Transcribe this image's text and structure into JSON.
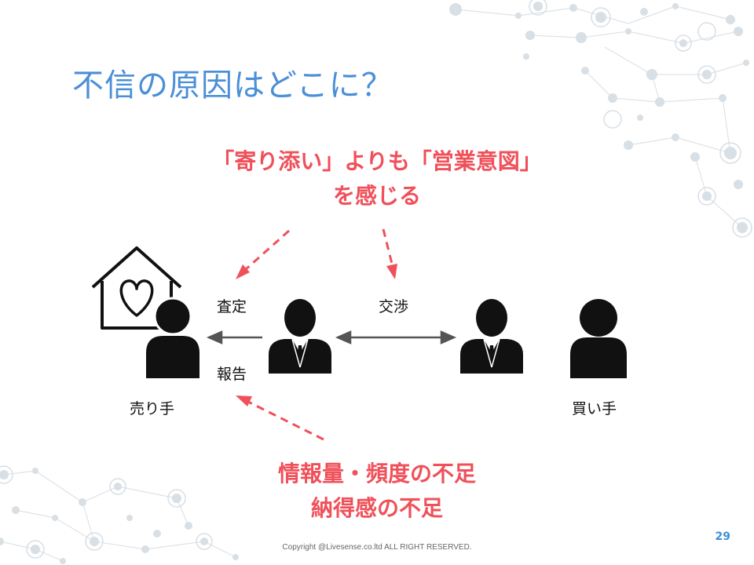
{
  "slide": {
    "title": "不信の原因はどこに？",
    "callout_top_line1": "「寄り添い」よりも「営業意図」",
    "callout_top_line2": "を感じる",
    "callout_bottom_line1": "情報量・頻度の不足",
    "callout_bottom_line2": "納得感の不足",
    "page_number": "29",
    "copyright": "Copyright @Livesense.co.ltd ALL RIGHT RESERVED."
  },
  "diagram": {
    "seller_label": "売り手",
    "buyer_label": "買い手",
    "assessment_label": "査定",
    "report_label": "報告",
    "negotiation_label": "交渉"
  },
  "colors": {
    "title": "#4a8fd8",
    "accent": "#f0505a",
    "icon": "#111111",
    "network": "#d5dde3"
  },
  "icons": {
    "house": "house-heart-icon",
    "seller": "person-icon",
    "agent": "businessman-icon",
    "buyer": "person-icon"
  }
}
